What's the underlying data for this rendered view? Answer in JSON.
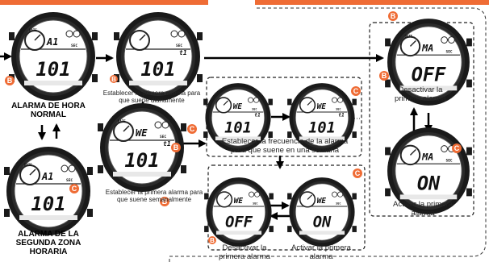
{
  "colors": {
    "badge": "#ef6c35",
    "watch_bezel": "#1a1a1a",
    "watch_screen": "#ffffff",
    "watch_bar": "#e8e8e8",
    "header_bar": "#ef6c35",
    "dashed_border": "#333333"
  },
  "badges": {
    "b": "B",
    "c": "C"
  },
  "watch_screens": {
    "w1": {
      "top": "A1",
      "mode": "DATE",
      "sec": "SEC",
      "main": "101"
    },
    "w2": {
      "top": "",
      "mode": "",
      "sec": "SEC",
      "sub": "t1",
      "main": "101"
    },
    "w3": {
      "top": "MA",
      "mode": "DATE",
      "sec": "SEC",
      "main": "OFF"
    },
    "w4": {
      "top": "WE",
      "mode": "DATE",
      "sec": "SEC",
      "sub": "t1",
      "main": "101"
    },
    "w5": {
      "top": "WE",
      "mode": "",
      "sec": "SEC",
      "sub": "t1",
      "main": "101"
    },
    "w6": {
      "top": "WE",
      "mode": "",
      "sec": "SEC",
      "sub": "t1",
      "main": "101"
    },
    "w7": {
      "top": "MA",
      "mode": "",
      "sec": "SEC",
      "main": "ON"
    },
    "w8": {
      "top": "A1",
      "mode": "DATE",
      "sec": "SEC",
      "main": "101"
    },
    "w9": {
      "top": "WE",
      "mode": "",
      "sec": "SEC",
      "main": "OFF"
    },
    "w10": {
      "top": "WE",
      "mode": "",
      "sec": "SEC",
      "main": "ON"
    }
  },
  "labels": {
    "alarma_hora_normal": "ALARMA DE HORA NORMAL",
    "alarma_segunda_zona": "ALARMA DE LA SEGUNDA ZONA HORARIA",
    "primera_diaria": "Establecer la primera alarma para que suene diariamente",
    "primera_semanal": "Establecer la primera alarma para que suene semanalmente",
    "frecuencia_semana": "Establecer la frecuencia de la alarma para que suene en una semana",
    "desactivar_primera_top": "Desactivar la primera alarma",
    "activar_primera_right": "Activar la primera alarma",
    "desactivar_primera_bottom": "Desactivar la primera alarma",
    "activar_primera_bottom": "Activar la primera alarma"
  }
}
